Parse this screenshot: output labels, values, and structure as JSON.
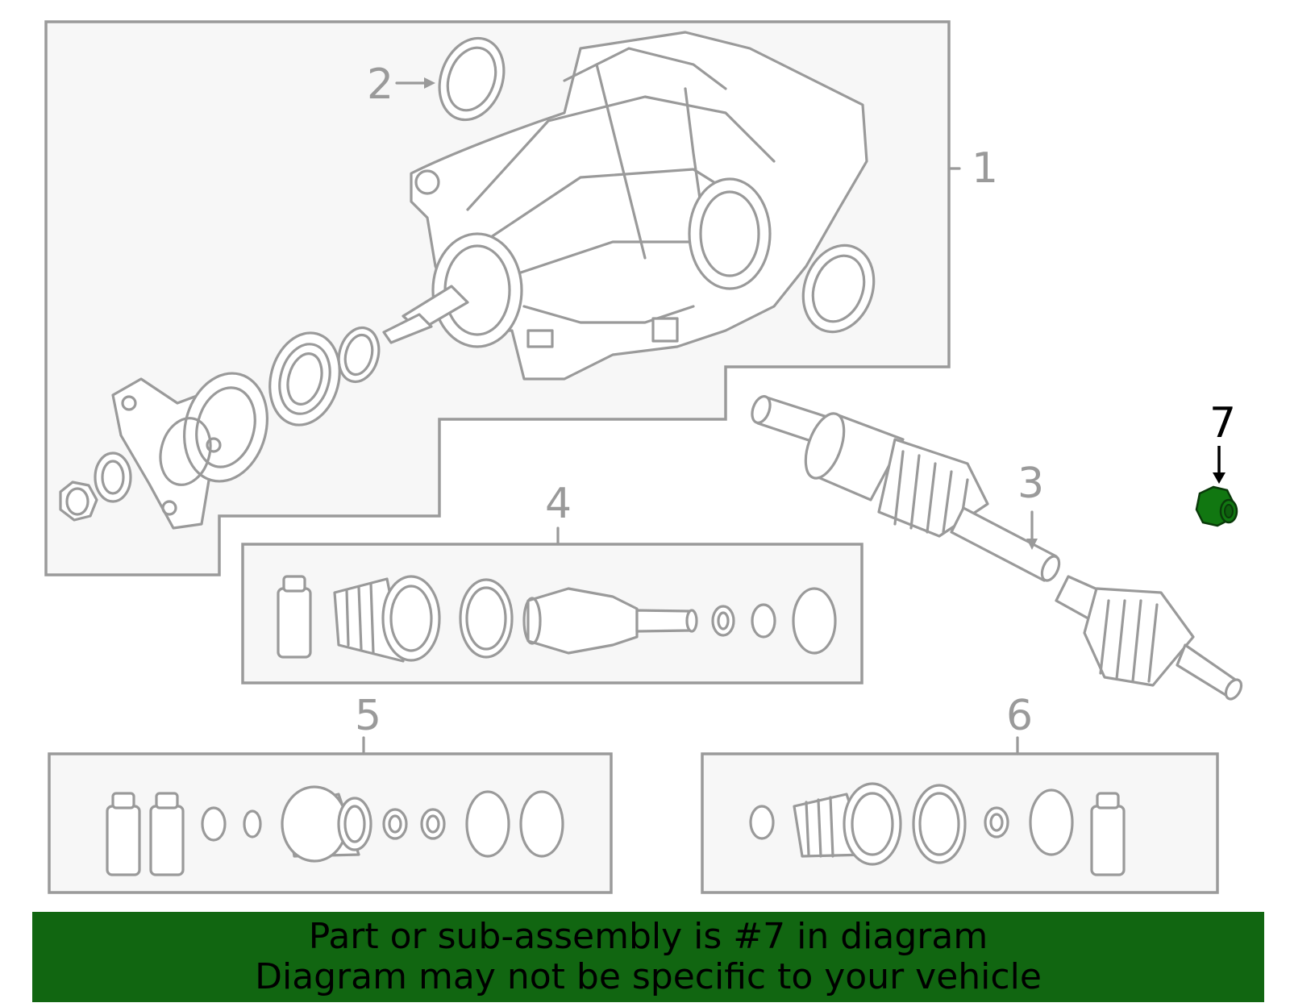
{
  "callouts": {
    "c1": "1",
    "c2": "2",
    "c3": "3",
    "c4": "4",
    "c5": "5",
    "c6": "6",
    "c7": "7"
  },
  "highlighted_part": "7",
  "colors": {
    "highlight": "#117711",
    "banner_bg": "#116611",
    "line": "#9a9a9a",
    "box_fill": "#f7f7f7"
  },
  "banner": {
    "line1": "Part or sub-assembly is #7 in diagram",
    "line2": "Diagram may not be specific to your vehicle"
  }
}
